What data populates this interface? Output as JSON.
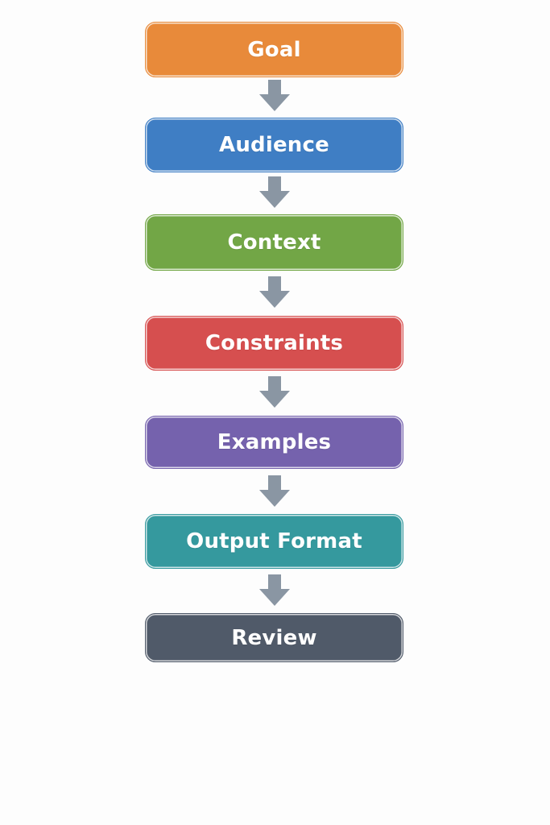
{
  "diagram": {
    "type": "vertical-flowchart",
    "steps": [
      {
        "label": "Goal",
        "color": "#e88a3a"
      },
      {
        "label": "Audience",
        "color": "#3f7ec4"
      },
      {
        "label": "Context",
        "color": "#72a646"
      },
      {
        "label": "Constraints",
        "color": "#d64f4f"
      },
      {
        "label": "Examples",
        "color": "#7562ad"
      },
      {
        "label": "Output Format",
        "color": "#35999e"
      },
      {
        "label": "Review",
        "color": "#505a69"
      }
    ],
    "arrow_color": "#8a96a3",
    "arrow_icon": "down-arrow-icon"
  }
}
